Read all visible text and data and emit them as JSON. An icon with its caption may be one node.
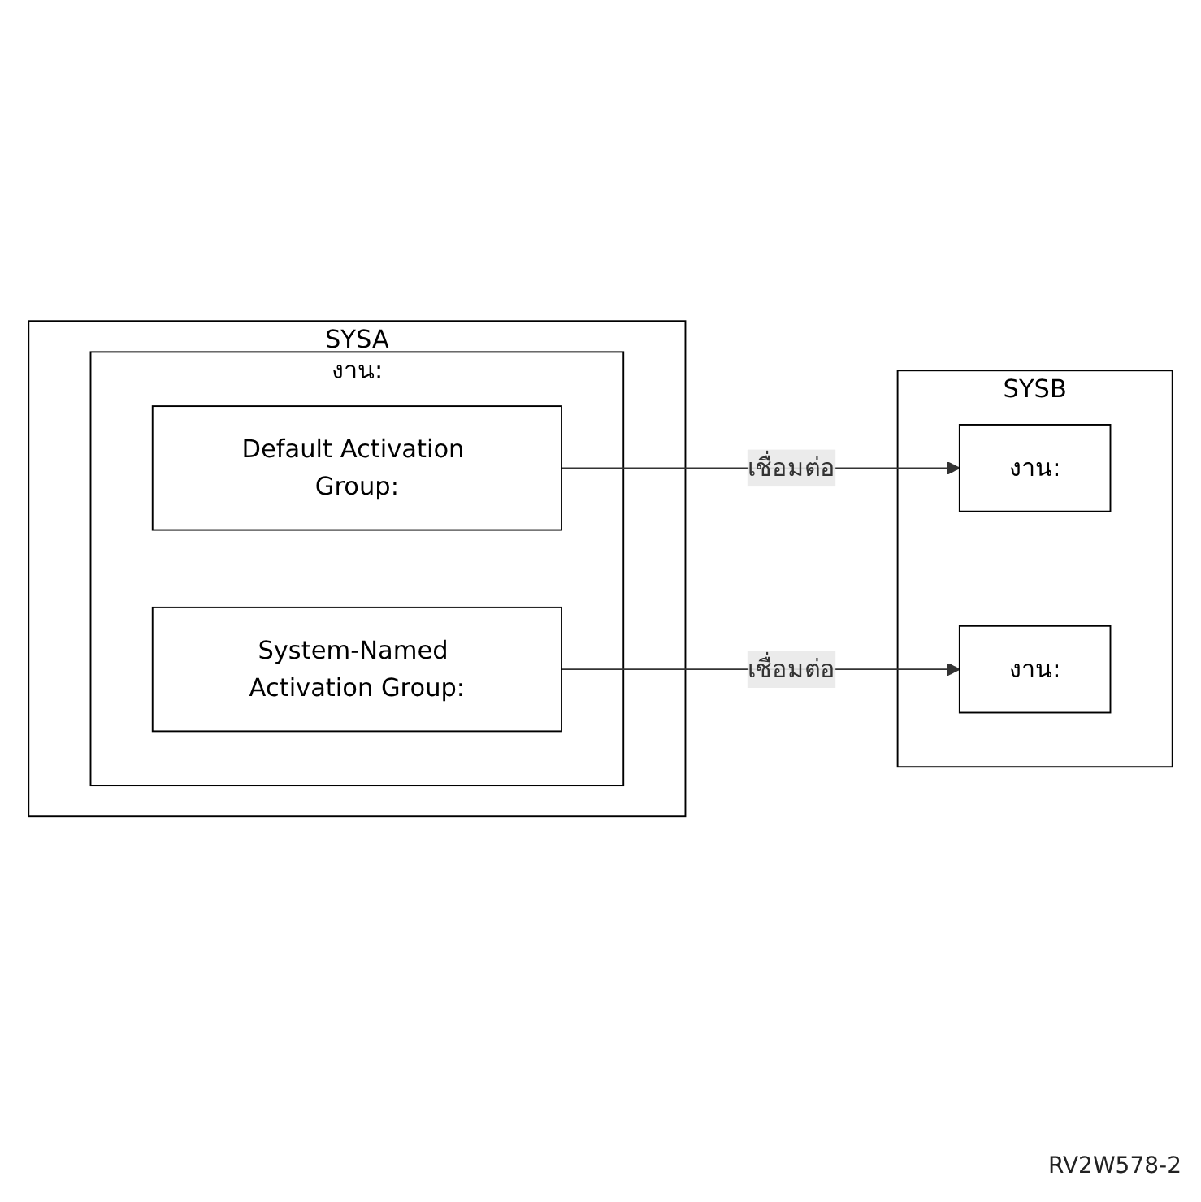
{
  "diagram": {
    "nodes": [
      {
        "text": [
          "SYSA"
        ]
      },
      {
        "text": [
          "งาน:"
        ],
        "in": 0
      },
      {
        "text": [
          "Default Activation Group:"
        ],
        "in": 1
      },
      {
        "text": [
          "System-Named Activation Group:"
        ],
        "in": 1
      },
      {
        "text": [
          "SYSB"
        ]
      },
      {
        "text": [
          "งาน:"
        ],
        "in": 4
      },
      {
        "text": [
          "งาน:"
        ],
        "in": 4
      }
    ],
    "edges": [
      {
        "from": 2,
        "to": 5,
        "arrow": "to",
        "label": "เชื่อมต่อ"
      },
      {
        "from": 3,
        "to": 6,
        "arrow": "to",
        "label": "เชื่อมต่อ"
      }
    ],
    "labels": [
      "RV2W578-2"
    ]
  }
}
